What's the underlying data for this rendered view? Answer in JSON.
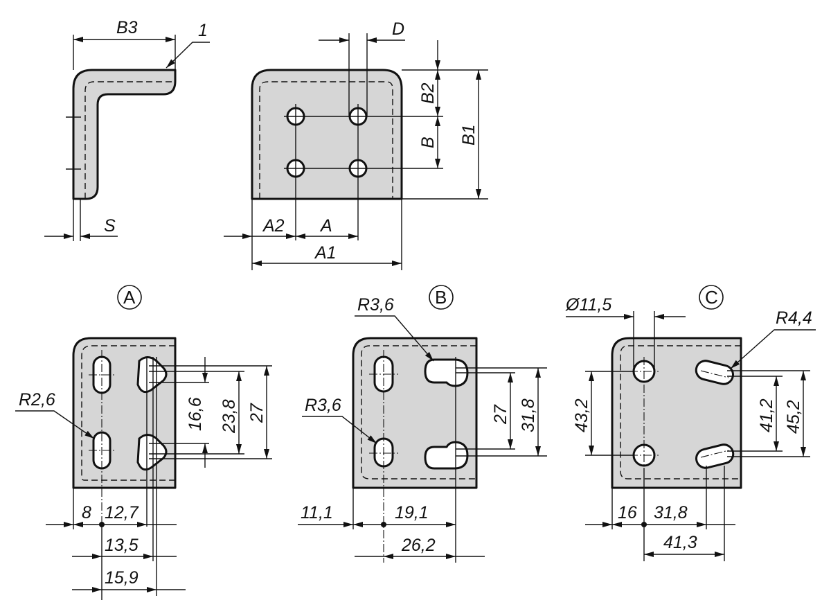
{
  "top_views": {
    "side_labels": {
      "b3": "B3",
      "callout": "1",
      "s": "S"
    },
    "front_labels": {
      "d": "D",
      "b2": "B2",
      "b": "B",
      "b1": "B1",
      "a2": "A2",
      "a": "A",
      "a1": "A1"
    }
  },
  "variant_a": {
    "tag": "A",
    "radius": "R2,6",
    "dims": {
      "d8": "8",
      "d12_7": "12,7",
      "d13_5": "13,5",
      "d15_9": "15,9",
      "d16_6": "16,6",
      "d23_8": "23,8",
      "d27": "27"
    }
  },
  "variant_b": {
    "tag": "B",
    "radius_top": "R3,6",
    "radius_left": "R3,6",
    "dims": {
      "d11_1": "11,1",
      "d19_1": "19,1",
      "d26_2": "26,2",
      "d27": "27",
      "d31_8": "31,8"
    }
  },
  "variant_c": {
    "tag": "C",
    "diameter": "Ø11,5",
    "radius": "R4,4",
    "dims": {
      "d16": "16",
      "d31_8": "31,8",
      "d41_3": "41,3",
      "d43_2": "43,2",
      "d41_2": "41,2",
      "d45_2": "45,2"
    }
  }
}
